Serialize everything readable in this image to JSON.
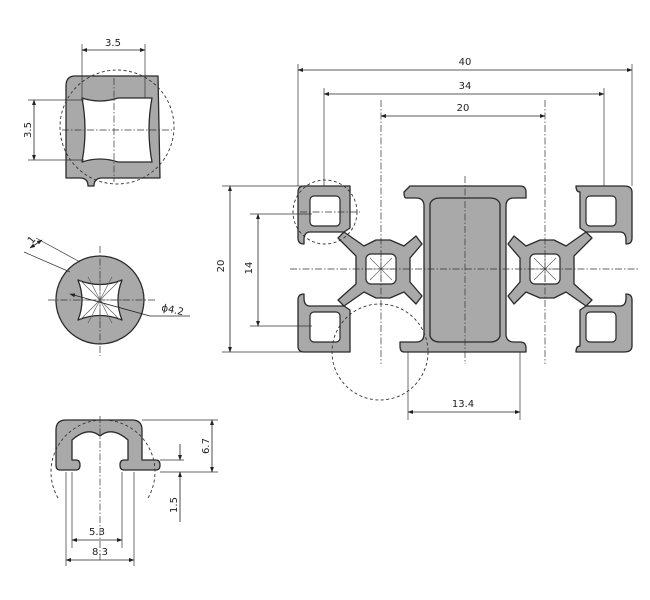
{
  "details": {
    "square_hole": {
      "dim_width": "3.5",
      "dim_height": "3.5"
    },
    "round_hole": {
      "dim_wall": "1",
      "dim_diameter": "ϕ4.2"
    },
    "slot": {
      "dim_depth": "6.7",
      "dim_lip": "1.5",
      "dim_opening": "5.3",
      "dim_width": "8.3"
    }
  },
  "profile": {
    "dim_total_width": "40",
    "dim_slot_spacing": "34",
    "dim_center_spacing": "20",
    "dim_height": "20",
    "dim_inner_height": "14",
    "dim_cavity_width": "13.4"
  }
}
